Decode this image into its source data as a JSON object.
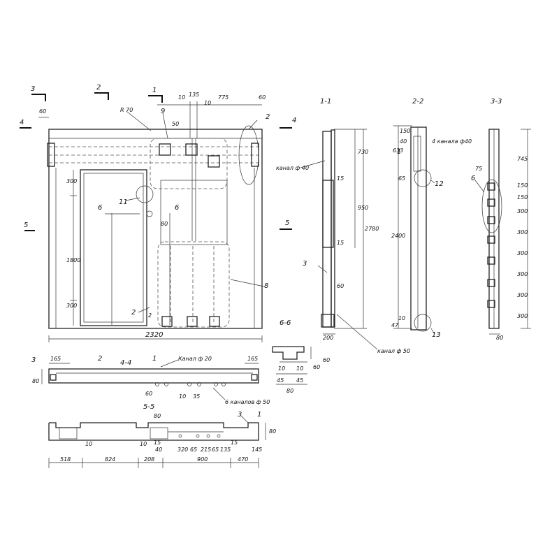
{
  "section_marks": [
    "1",
    "2",
    "3",
    "4",
    "5",
    "6"
  ],
  "section_titles": {
    "s11": "1-1",
    "s22": "2-2",
    "s33": "3-3",
    "s44": "4-4",
    "s55": "5-5",
    "s66": "6-6"
  },
  "callouts": [
    "1",
    "2",
    "3",
    "6",
    "8",
    "9",
    "11",
    "12",
    "13"
  ],
  "notes": {
    "r70": "R 70",
    "channel40": "канал ф 40",
    "channel50": "канал ф 50",
    "channel20": "Канал ф 20",
    "channels4_40": "4 канала ф40",
    "channels6_50": "6 каналов ф 50"
  },
  "dims": {
    "top": [
      "10",
      "135",
      "10",
      "775",
      "60"
    ],
    "left60": "60",
    "d50": "50",
    "d300a": "300",
    "d1800": "1800",
    "d300b": "300",
    "d80": "80",
    "d2": "2",
    "overall": "2320",
    "s11": [
      "730",
      "15",
      "950",
      "2780",
      "15",
      "60",
      "200"
    ],
    "s22": [
      "633",
      "40",
      "150",
      "65",
      "2400",
      "10",
      "47"
    ],
    "s33": [
      "745",
      "75",
      "150",
      "150",
      "300",
      "300",
      "300",
      "300",
      "300",
      "300",
      "80"
    ],
    "s44": [
      "165",
      "165",
      "80",
      "60",
      "10",
      "35"
    ],
    "s66": [
      "10",
      "10",
      "45",
      "45",
      "80",
      "60",
      "60"
    ],
    "s55_top": [
      "80",
      "80"
    ],
    "s55_inner": [
      "10",
      "10",
      "15",
      "40",
      "320",
      "65",
      "215",
      "65",
      "135",
      "15",
      "145"
    ],
    "s55_bottom": [
      "518",
      "824",
      "208",
      "900",
      "470"
    ]
  }
}
